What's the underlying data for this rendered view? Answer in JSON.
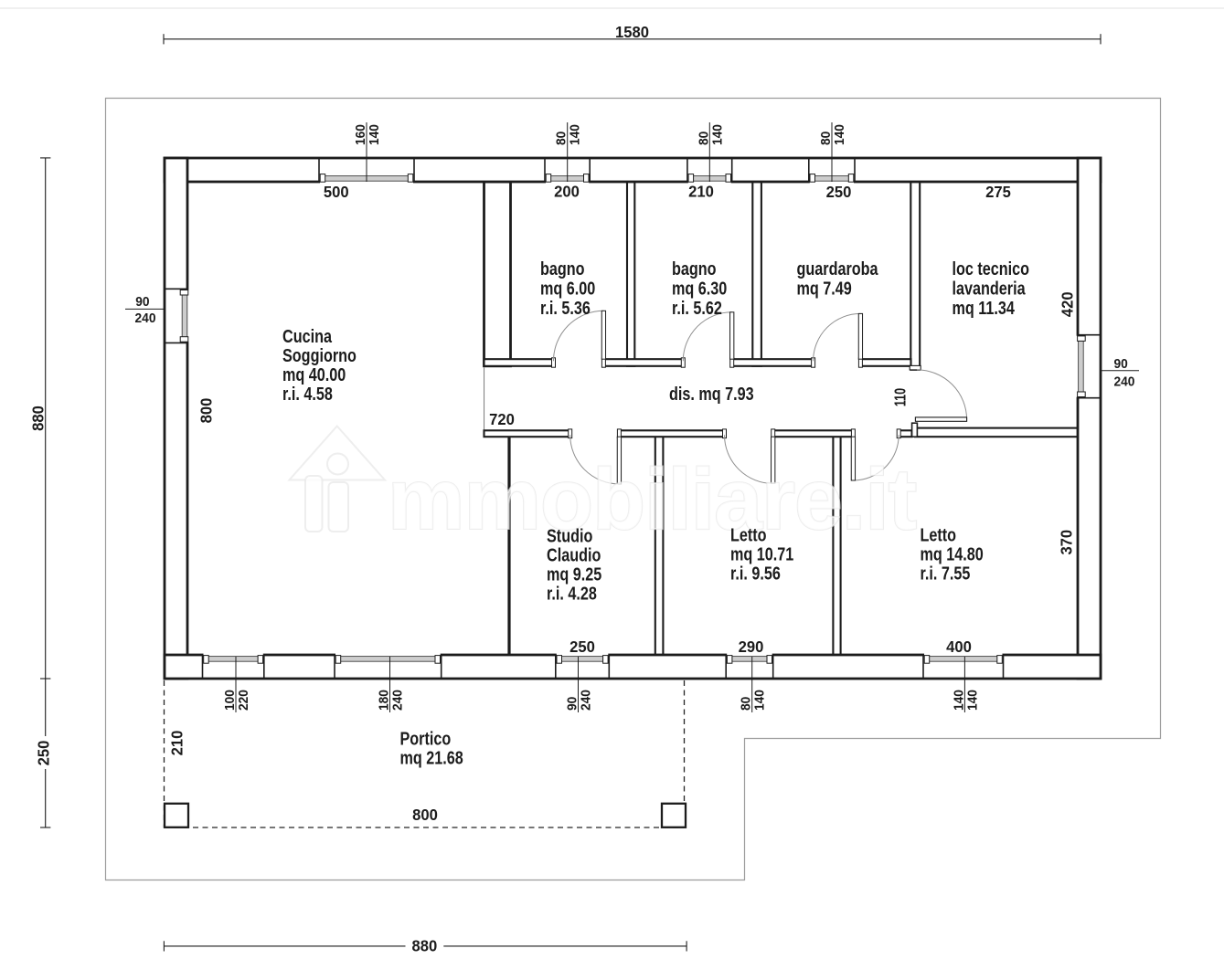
{
  "plan": {
    "type": "residential floor plan",
    "rooms": [
      {
        "key": "cucina-soggiorno",
        "lines": [
          "Cucina",
          "Soggiorno",
          "mq 40.00",
          "r.i. 4.58"
        ]
      },
      {
        "key": "bagno-1",
        "lines": [
          "bagno",
          "mq 6.00",
          "r.i. 5.36"
        ]
      },
      {
        "key": "bagno-2",
        "lines": [
          "bagno",
          "mq 6.30",
          "r.i. 5.62"
        ]
      },
      {
        "key": "guardaroba",
        "lines": [
          "guardaroba",
          "mq 7.49"
        ]
      },
      {
        "key": "loc-tecnico-lavanderia",
        "lines": [
          "loc tecnico",
          "lavanderia",
          "mq 11.34"
        ]
      },
      {
        "key": "disimpegno",
        "lines": [
          "dis. mq 7.93"
        ]
      },
      {
        "key": "studio-claudio",
        "lines": [
          "Studio",
          "Claudio",
          "mq 9.25",
          "r.i. 4.28"
        ]
      },
      {
        "key": "letto-1",
        "lines": [
          "Letto",
          "mq 10.71",
          "r.i. 9.56"
        ]
      },
      {
        "key": "letto-2",
        "lines": [
          "Letto",
          "mq 14.80",
          "r.i. 7.55"
        ]
      },
      {
        "key": "portico",
        "lines": [
          "Portico",
          "mq 21.68"
        ]
      }
    ],
    "dims": {
      "top_total": "1580",
      "left_building": "880",
      "left_portico": "250",
      "bottom_portico": "880",
      "cucina_width": "500",
      "bagno1_width": "200",
      "bagno2_width": "210",
      "guardaroba_width": "250",
      "loc_tecnico_width": "275",
      "corridor_length": "720",
      "corridor_door": "110",
      "cucina_depth": "800",
      "loc_tecnico_depth": "420",
      "letto2_depth": "370",
      "studio_width": "250",
      "letto1_width": "290",
      "letto2_width": "400",
      "portico_depth": "210",
      "portico_span": "800"
    },
    "window_tags": [
      {
        "w": "160",
        "h": "140"
      },
      {
        "w": "80",
        "h": "140"
      },
      {
        "w": "80",
        "h": "140"
      },
      {
        "w": "80",
        "h": "140"
      },
      {
        "w": "90",
        "h": "240"
      },
      {
        "w": "90",
        "h": "240"
      },
      {
        "w": "100",
        "h": "220"
      },
      {
        "w": "180",
        "h": "240"
      },
      {
        "w": "90",
        "h": "240"
      },
      {
        "w": "80",
        "h": "140"
      },
      {
        "w": "140",
        "h": "140"
      }
    ],
    "watermark": {
      "brand": "immobiliare.it",
      "wordmark": "mmobiliare.it"
    }
  }
}
